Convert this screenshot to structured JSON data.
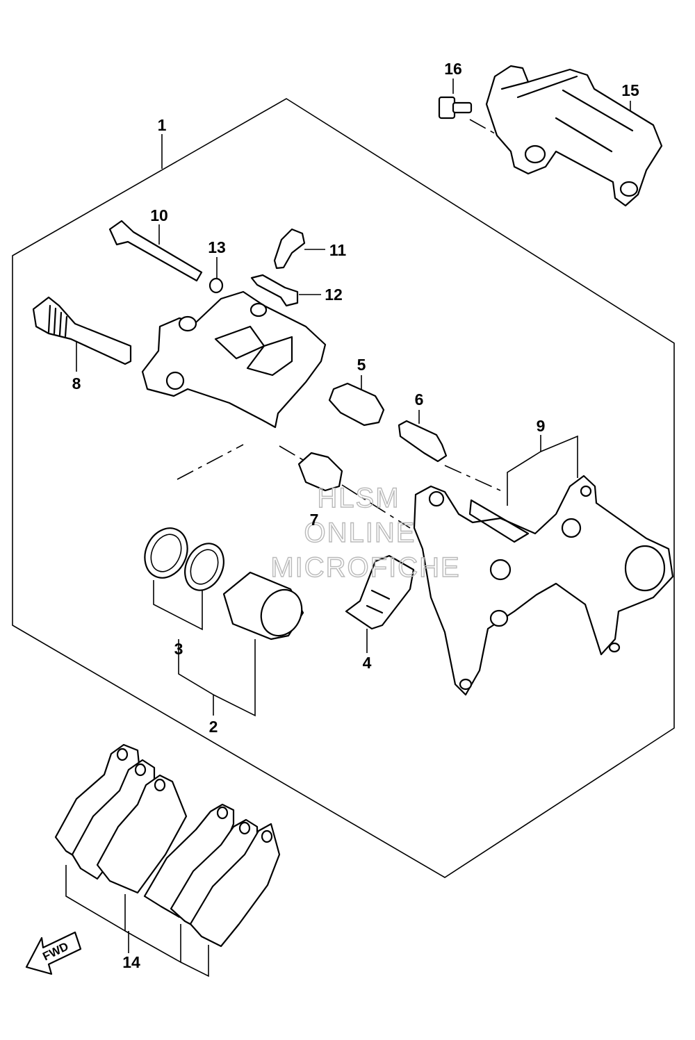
{
  "diagram": {
    "callouts": [
      {
        "id": "1",
        "label": "1"
      },
      {
        "id": "2",
        "label": "2"
      },
      {
        "id": "3",
        "label": "3"
      },
      {
        "id": "4",
        "label": "4"
      },
      {
        "id": "5",
        "label": "5"
      },
      {
        "id": "6",
        "label": "6"
      },
      {
        "id": "7",
        "label": "7"
      },
      {
        "id": "8",
        "label": "8"
      },
      {
        "id": "9",
        "label": "9"
      },
      {
        "id": "10",
        "label": "10"
      },
      {
        "id": "11",
        "label": "11"
      },
      {
        "id": "12",
        "label": "12"
      },
      {
        "id": "13",
        "label": "13"
      },
      {
        "id": "14",
        "label": "14"
      },
      {
        "id": "15",
        "label": "15"
      },
      {
        "id": "16",
        "label": "16"
      }
    ],
    "direction_arrow": {
      "label": "FWD",
      "icon": "fwd-arrow-icon"
    }
  },
  "watermark": {
    "line1": "HLSM",
    "line2": "ONLINE",
    "line3": "MICROFICHE"
  }
}
